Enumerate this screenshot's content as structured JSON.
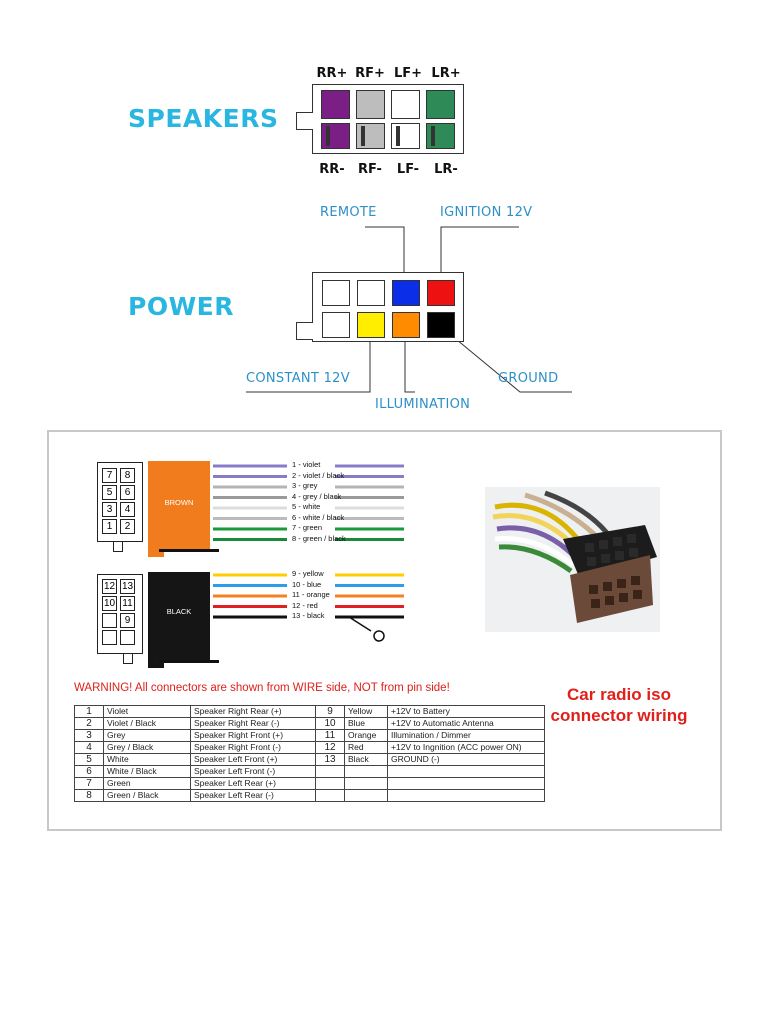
{
  "speakers": {
    "title": "SPEAKERS",
    "top_labels": [
      "RR+",
      "RF+",
      "LF+",
      "LR+"
    ],
    "bottom_labels": [
      "RR-",
      "RF-",
      "LF-",
      "LR-"
    ],
    "colors": [
      "#7b1f86",
      "#bdbdbd",
      "#ffffff",
      "#2e8b57"
    ]
  },
  "power": {
    "title": "POWER",
    "remote": "REMOTE",
    "ignition": "IGNITION 12V",
    "constant": "CONSTANT 12V",
    "illumination": "ILLUMINATION",
    "ground": "GROUND",
    "top_colors": [
      "#ffffff",
      "#ffffff",
      "#0b2ee8",
      "#ee1111"
    ],
    "bottom_colors": [
      "#ffffff",
      "#ffee00",
      "#ff8c00",
      "#000000"
    ]
  },
  "iso": {
    "brown_label": "BROWN",
    "black_label": "BLACK",
    "brown_pins": [
      "7",
      "8",
      "5",
      "6",
      "3",
      "4",
      "1",
      "2"
    ],
    "black_pins": [
      "12",
      "13",
      "10",
      "11",
      "9"
    ],
    "brown_wires": [
      {
        "label": "1 - violet",
        "color": "#8a7bc8"
      },
      {
        "label": "2 - violet / black",
        "color": "#8a7bc8"
      },
      {
        "label": "3 - grey",
        "color": "#b4b4b4"
      },
      {
        "label": "4 - grey / black",
        "color": "#9a9a9a"
      },
      {
        "label": "5 - white",
        "color": "#dddddd"
      },
      {
        "label": "6 - white / black",
        "color": "#bbbbbb"
      },
      {
        "label": "7 - green",
        "color": "#1a9a3a"
      },
      {
        "label": "8 - green / black",
        "color": "#1a8a3a"
      }
    ],
    "black_wires": [
      {
        "label": "9 - yellow",
        "color": "#ffcc00"
      },
      {
        "label": "10 - blue",
        "color": "#2a9fe8"
      },
      {
        "label": "11 - orange",
        "color": "#f58220"
      },
      {
        "label": "12 - red",
        "color": "#e02020"
      },
      {
        "label": "13 - black",
        "color": "#111111"
      }
    ],
    "colors": {
      "brown_block": "#f07c1e",
      "black_block": "#151515"
    },
    "warning": "WARNING! All connectors are shown from WIRE side, NOT from pin side!",
    "title_line1": "Car radio iso",
    "title_line2": "connector wiring",
    "table": [
      [
        "1",
        "Violet",
        "Speaker Right Rear (+)",
        "9",
        "Yellow",
        "+12V to Battery"
      ],
      [
        "2",
        "Violet / Black",
        "Speaker Right Rear (-)",
        "10",
        "Blue",
        "+12V to Automatic Antenna"
      ],
      [
        "3",
        "Grey",
        "Speaker Right Front (+)",
        "11",
        "Orange",
        "Illumination / Dimmer"
      ],
      [
        "4",
        "Grey / Black",
        "Speaker Right Front (-)",
        "12",
        "Red",
        "+12V to Ingnition (ACC power ON)"
      ],
      [
        "5",
        "White",
        "Speaker Left Front (+)",
        "13",
        "Black",
        "GROUND (-)"
      ],
      [
        "6",
        "White / Black",
        "Speaker Left Front (-)",
        "",
        "",
        ""
      ],
      [
        "7",
        "Green",
        "Speaker Left Rear (+)",
        "",
        "",
        ""
      ],
      [
        "8",
        "Green / Black",
        "Speaker Left Rear (-)",
        "",
        "",
        ""
      ]
    ]
  }
}
